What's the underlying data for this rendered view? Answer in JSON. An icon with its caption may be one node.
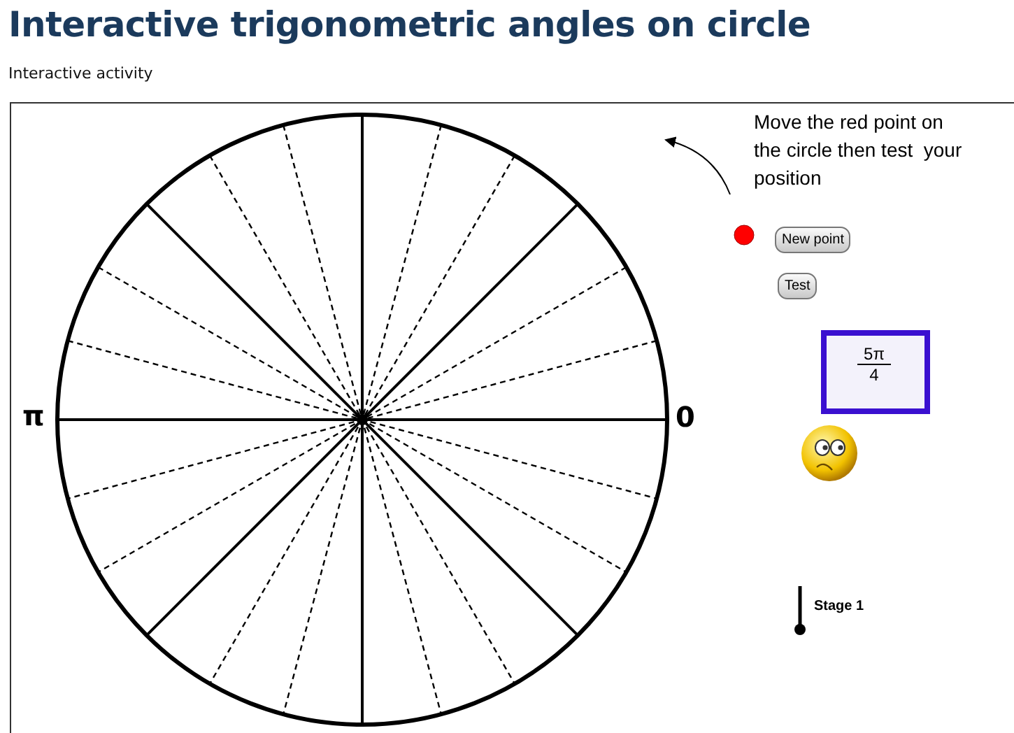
{
  "diagram": {
    "title": "Interactive trigonometric angles on circle",
    "nodes": [
      {
        "text": [
          "5π",
          "4"
        ]
      }
    ],
    "labels": [
      "Interactive activity",
      "π",
      "0",
      "Move the red point on the circle then test  your position",
      "New point",
      "Test",
      "Stage 1"
    ]
  }
}
